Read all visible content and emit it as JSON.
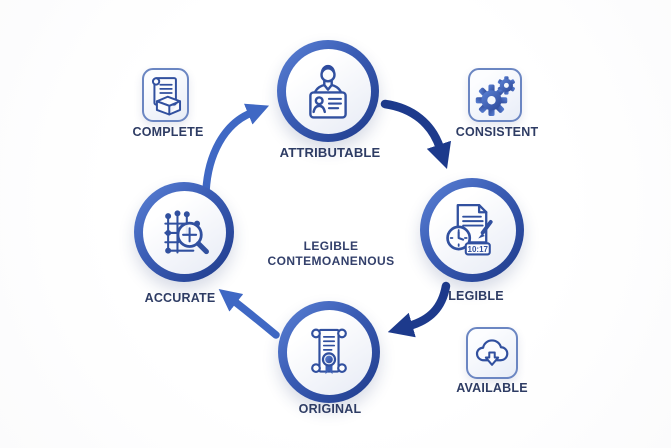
{
  "nodes": {
    "complete": {
      "label": "COMPLETE",
      "icon": "document-box-icon"
    },
    "attributable": {
      "label": "ATTRIBUTABLE",
      "icon": "id-card-person-icon"
    },
    "consistent": {
      "label": "CONSISTENT",
      "icon": "gears-icon"
    },
    "legible": {
      "label": "LEGIBLE",
      "icon": "document-clock-pen-icon",
      "clock_time": "10:17"
    },
    "accurate": {
      "label": "ACCURATE",
      "icon": "chart-magnifier-icon"
    },
    "original": {
      "label": "ORIGINAL",
      "icon": "certificate-scroll-icon"
    },
    "available": {
      "label": "AVAILABLE",
      "icon": "cloud-download-icon"
    }
  },
  "center": {
    "line1": "LEGIBLE",
    "line2": "CONTEMOANENOUS"
  },
  "colors": {
    "ring_gradient_start": "#5b82d6",
    "ring_gradient_end": "#1e3a8a",
    "icon_stroke": "#31509f",
    "label_text": "#2e3c64",
    "arrow_medium": "#3f68c4",
    "arrow_dark": "#1d3a8c",
    "square_border": "#6b86c2",
    "background": "#fdfdfd"
  }
}
